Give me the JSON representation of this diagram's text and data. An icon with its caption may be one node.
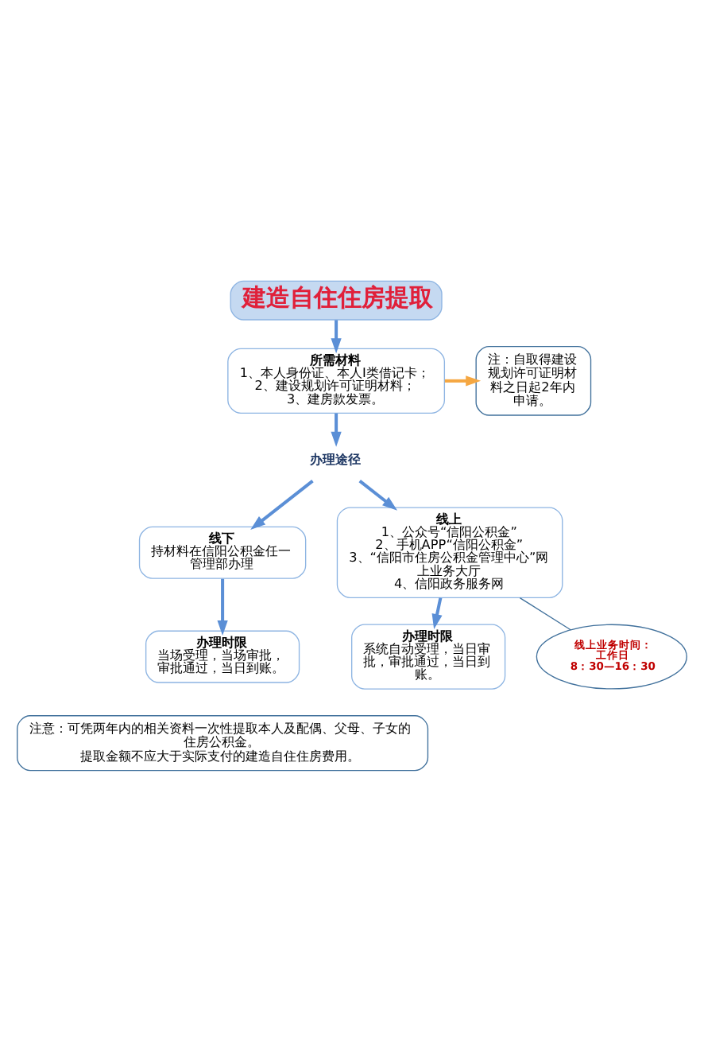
{
  "diagram": {
    "nodes": [
      {
        "text": [
          "建造自住住房提取"
        ]
      },
      {
        "text": [
          "所需材料",
          "1、本人身份证、本人I类借记卡；",
          "2、建设规划许可证明材料；",
          "3、建房款发票。"
        ]
      },
      {
        "text": [
          "注：自取得建设规划许可证明材料之日起2年内申请。"
        ]
      },
      {
        "text": [
          "办理途径"
        ]
      },
      {
        "text": [
          "线下",
          "持材料在信阳公积金任一管理部办理"
        ]
      },
      {
        "text": [
          "线上",
          "1、公众号“信阳公积金”",
          "2、手机APP“信阳公积金”",
          "3、“信阳市住房公积金管理中心”网上业务大厅",
          "4、信阳政务服务网"
        ]
      },
      {
        "text": [
          "办理时限",
          "当场受理，当场审批，审批通过，当日到账。"
        ]
      },
      {
        "text": [
          "办理时限",
          "系统自动受理，当日审批，审批通过，当日到账。"
        ]
      },
      {
        "text": [
          "线上业务时间：",
          "工作日",
          "8：30—16：30"
        ]
      },
      {
        "text": [
          "注意：可凭两年内的相关资料一次性提取本人及配偶、父母、子女的住房公积金。",
          "提取金额不应大于实际支付的建造自住住房费用。"
        ]
      }
    ],
    "edges": [
      {
        "from": 0,
        "to": 1,
        "arrow": "to"
      },
      {
        "from": 1,
        "to": 2,
        "arrow": "to",
        "color": "#f5a742"
      },
      {
        "from": 1,
        "to": 3,
        "arrow": "to"
      },
      {
        "from": 3,
        "to": 4,
        "arrow": "to"
      },
      {
        "from": 3,
        "to": 5,
        "arrow": "to"
      },
      {
        "from": 4,
        "to": 6,
        "arrow": "to"
      },
      {
        "from": 5,
        "to": 7,
        "arrow": "to"
      },
      {
        "from": 8,
        "to": 5,
        "arrow": "none",
        "color": "#41719c"
      }
    ]
  }
}
